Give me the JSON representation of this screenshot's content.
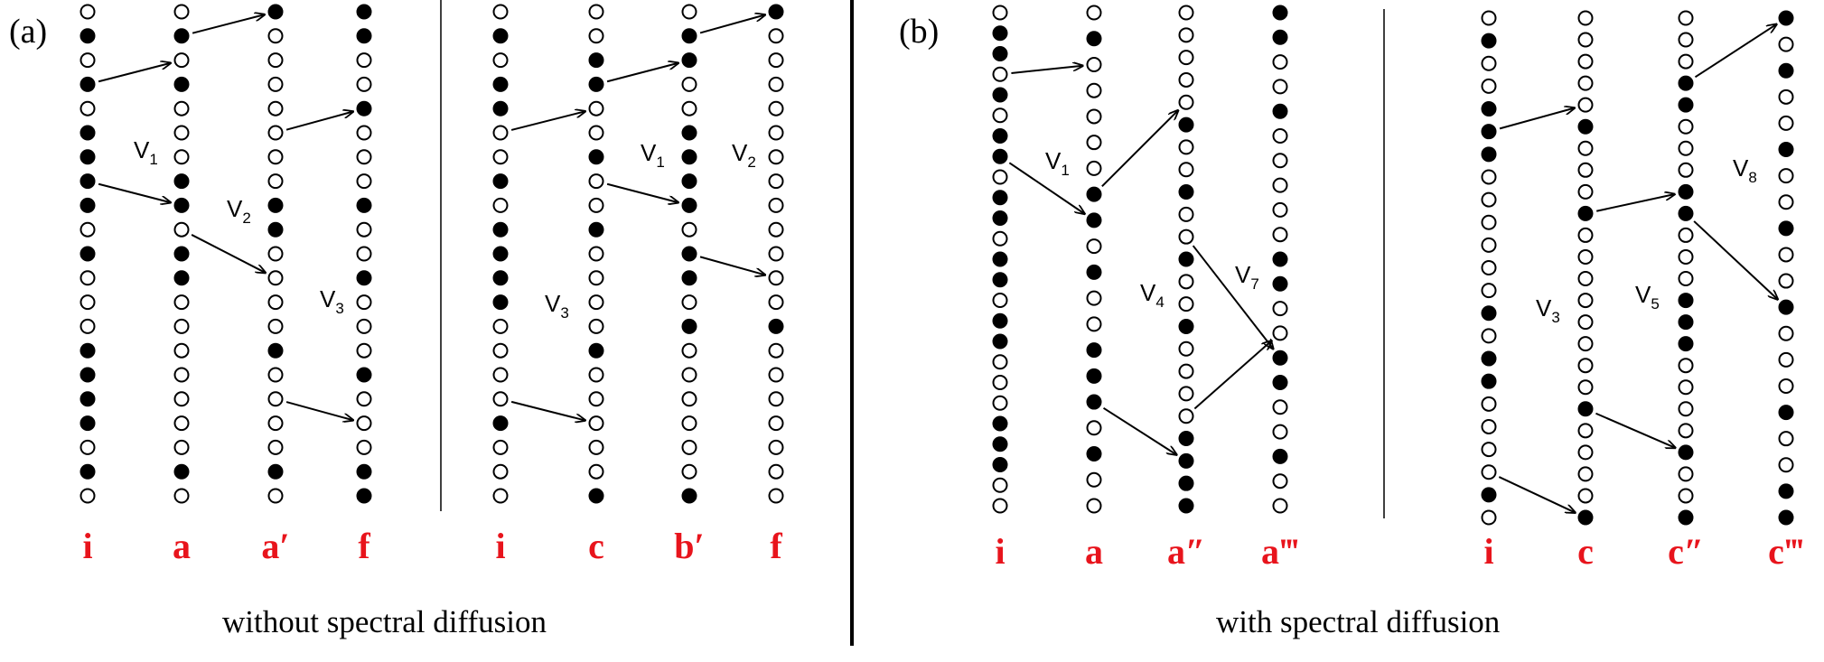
{
  "panels": [
    {
      "label": "(a)",
      "caption": "without spectral diffusion",
      "groups": [
        {
          "columns": [
            {
              "label": "i",
              "pattern": "ofofoffffofoooffffofo"
            },
            {
              "label": "a",
              "pattern": "ofofoooffoffooooooofo"
            },
            {
              "label": "a′",
              "pattern": "foooooooffoooofoooofo"
            },
            {
              "label": "f",
              "pattern": "ffoofooofoofooofoooff"
            }
          ],
          "arrows": [
            {
              "from": [
                0,
                3
              ],
              "to": [
                1,
                2
              ]
            },
            {
              "from": [
                0,
                7
              ],
              "to": [
                1,
                8
              ]
            },
            {
              "from": [
                1,
                1
              ],
              "to": [
                2,
                0
              ]
            },
            {
              "from": [
                1,
                9
              ],
              "to": [
                2,
                11
              ]
            },
            {
              "from": [
                2,
                5
              ],
              "to": [
                3,
                4
              ]
            },
            {
              "from": [
                2,
                16
              ],
              "to": [
                3,
                17
              ]
            }
          ],
          "interactions": [
            {
              "name": "V",
              "sub": "1"
            },
            {
              "name": "V",
              "sub": "2"
            },
            {
              "name": "V",
              "sub": "3"
            }
          ]
        },
        {
          "columns": [
            {
              "label": "i",
              "pattern": "ofoffoofoffffoooofooo"
            },
            {
              "label": "c",
              "pattern": "ooffoofoofoooofooooof"
            },
            {
              "label": "b′",
              "pattern": "offooffffoffofoooooof"
            },
            {
              "label": "f",
              "pattern": "foooooooooooofooooooo"
            }
          ],
          "arrows": [
            {
              "from": [
                0,
                5
              ],
              "to": [
                1,
                4
              ]
            },
            {
              "from": [
                0,
                16
              ],
              "to": [
                1,
                17
              ]
            },
            {
              "from": [
                1,
                3
              ],
              "to": [
                2,
                2
              ]
            },
            {
              "from": [
                1,
                7
              ],
              "to": [
                2,
                8
              ]
            },
            {
              "from": [
                2,
                1
              ],
              "to": [
                3,
                0
              ]
            },
            {
              "from": [
                2,
                10
              ],
              "to": [
                3,
                11
              ]
            }
          ],
          "interactions": [
            {
              "name": "V",
              "sub": "3"
            },
            {
              "name": "V",
              "sub": "1"
            },
            {
              "name": "V",
              "sub": "2"
            }
          ]
        }
      ]
    },
    {
      "label": "(b)",
      "caption": "with spectral diffusion",
      "groups": [
        {
          "columns": [
            {
              "label": "i",
              "pattern": "offofoffoffoffoffooofffoo"
            },
            {
              "label": "a",
              "pattern": "ofoooooffofoofffofoo"
            },
            {
              "label": "a″",
              "pattern": "ooooofoofoofoofooooffff"
            },
            {
              "label": "a‴",
              "pattern": "ffoofoooooffooffoofoo"
            }
          ],
          "arrows": [
            {
              "from": [
                0,
                3
              ],
              "to": [
                1,
                2
              ]
            },
            {
              "from": [
                0,
                7
              ],
              "to": [
                1,
                8
              ]
            },
            {
              "from": [
                1,
                7
              ],
              "to": [
                2,
                4
              ]
            },
            {
              "from": [
                1,
                15
              ],
              "to": [
                2,
                20
              ]
            },
            {
              "from": [
                2,
                10
              ],
              "to": [
                3,
                14
              ]
            },
            {
              "from": [
                2,
                18
              ],
              "to": [
                3,
                13
              ]
            }
          ],
          "interactions": [
            {
              "name": "V",
              "sub": "1"
            },
            {
              "name": "V",
              "sub": "4"
            },
            {
              "name": "V",
              "sub": "7"
            }
          ]
        },
        {
          "columns": [
            {
              "label": "i",
              "pattern": "ofoofffoooooofoffoooofo"
            },
            {
              "label": "c",
              "pattern": "ooooofooofoooooooofoooof"
            },
            {
              "label": "c″",
              "pattern": "oooffoooffooofffoooofoof"
            },
            {
              "label": "c‴",
              "pattern": "fofoofoofoofooofooff"
            }
          ],
          "arrows": [
            {
              "from": [
                0,
                5
              ],
              "to": [
                1,
                4
              ]
            },
            {
              "from": [
                0,
                20
              ],
              "to": [
                1,
                23
              ]
            },
            {
              "from": [
                1,
                9
              ],
              "to": [
                2,
                8
              ]
            },
            {
              "from": [
                1,
                18
              ],
              "to": [
                2,
                20
              ]
            },
            {
              "from": [
                2,
                3
              ],
              "to": [
                3,
                0
              ]
            },
            {
              "from": [
                2,
                9
              ],
              "to": [
                3,
                11
              ]
            }
          ],
          "interactions": [
            {
              "name": "V",
              "sub": "3"
            },
            {
              "name": "V",
              "sub": "5"
            },
            {
              "name": "V",
              "sub": "8"
            }
          ]
        }
      ]
    }
  ]
}
